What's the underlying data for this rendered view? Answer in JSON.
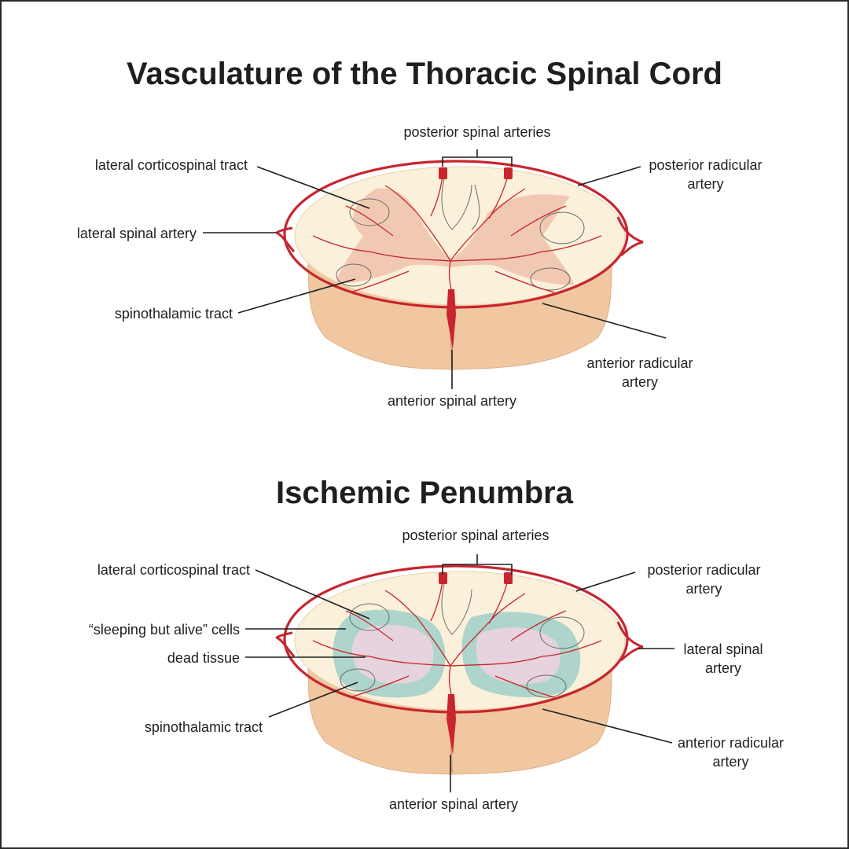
{
  "diagram1": {
    "title": "Vasculature of the Thoracic Spinal Cord",
    "labels": {
      "posterior_spinal_arteries": "posterior spinal arteries",
      "lateral_corticospinal_tract": "lateral corticospinal tract",
      "lateral_spinal_artery": "lateral spinal artery",
      "spinothalamic_tract": "spinothalamic tract",
      "posterior_radicular_artery_1": "posterior radicular",
      "posterior_radicular_artery_2": "artery",
      "anterior_radicular_artery_1": "anterior radicular",
      "anterior_radicular_artery_2": "artery",
      "anterior_spinal_artery": "anterior spinal artery"
    }
  },
  "diagram2": {
    "title": "Ischemic Penumbra",
    "labels": {
      "posterior_spinal_arteries": "posterior spinal arteries",
      "lateral_corticospinal_tract": "lateral corticospinal tract",
      "sleeping_cells": "“sleeping but alive” cells",
      "dead_tissue": "dead tissue",
      "spinothalamic_tract": "spinothalamic tract",
      "posterior_radicular_artery_1": "posterior radicular",
      "posterior_radicular_artery_2": "artery",
      "lateral_spinal_artery_1": "lateral spinal",
      "lateral_spinal_artery_2": "artery",
      "anterior_radicular_artery_1": "anterior radicular",
      "anterior_radicular_artery_2": "artery",
      "anterior_spinal_artery": "anterior spinal artery"
    }
  },
  "colors": {
    "artery": "#c8252e",
    "white_matter_top": "#fbf0da",
    "cord_side": "#f0c7a0",
    "gray_matter": "#efc4ae",
    "penumbra": "#9fd0c9",
    "dead_tissue": "#e9d3dd",
    "leader_line": "#1f1f1f"
  }
}
